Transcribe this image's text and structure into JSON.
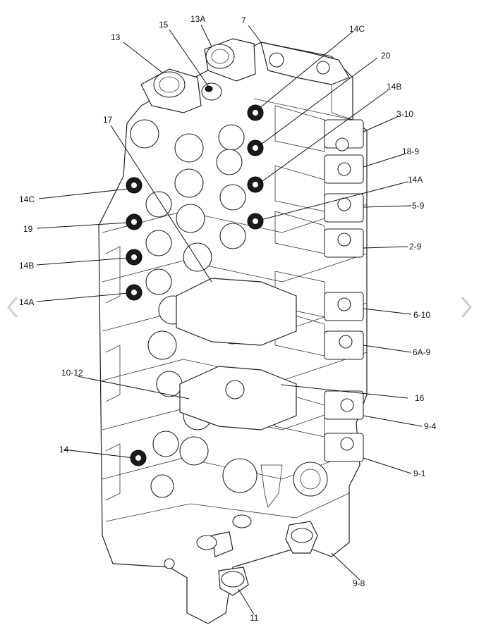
{
  "labels": {
    "l13": "13",
    "l15": "15",
    "l13A": "13A",
    "l7": "7",
    "l14C_top": "14C",
    "l20": "20",
    "l14B_right": "14B",
    "l3_10": "3-10",
    "l17": "17",
    "l18_9": "18-9",
    "l14A_right": "14A",
    "l14C_left": "14C",
    "l5_9": "5-9",
    "l19": "19",
    "l2_9": "2-9",
    "l14B_left": "14B",
    "l14A_left": "14A",
    "l6_10": "6-10",
    "l6A_9": "6A-9",
    "l10_12": "10-12",
    "l16": "16",
    "l9_4": "9-4",
    "l14": "14",
    "l9_1": "9-1",
    "l9_8": "9-8",
    "l11": "11"
  },
  "nav": {
    "prev_icon": "chevron-left-icon",
    "next_icon": "chevron-right-icon"
  },
  "colors": {
    "line": "#111111",
    "nav": "#cfcfcf"
  }
}
